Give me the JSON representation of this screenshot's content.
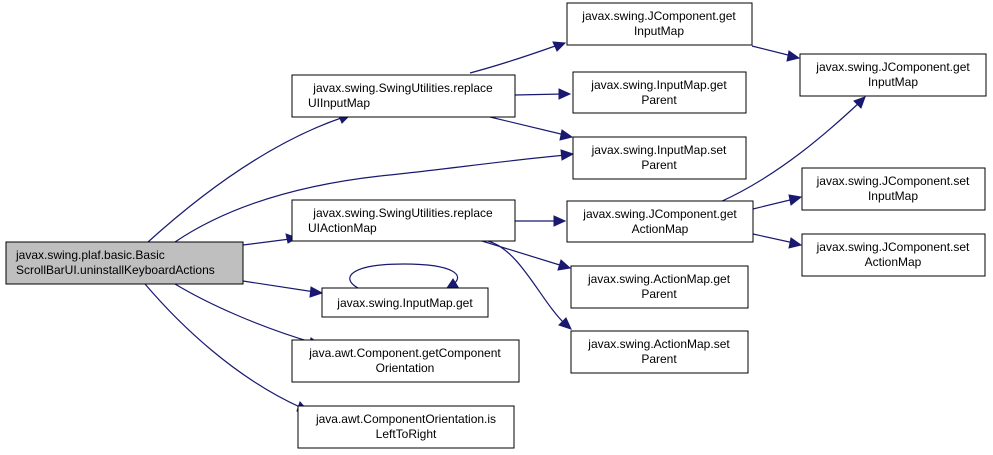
{
  "colors": {
    "edge": "#191970",
    "root_fill": "#bfbfbf",
    "node_fill": "#ffffff",
    "border": "#000000"
  },
  "nodes": {
    "root": [
      "javax.swing.plaf.basic.Basic",
      "ScrollBarUI.uninstallKeyboardActions"
    ],
    "replace_ui_input_map": [
      "javax.swing.SwingUtilities.replace",
      "UIInputMap"
    ],
    "replace_ui_action_map": [
      "javax.swing.SwingUtilities.replace",
      "UIActionMap"
    ],
    "input_map_get": [
      "javax.swing.InputMap.get"
    ],
    "get_component_orientation": [
      "java.awt.Component.getComponent",
      "Orientation"
    ],
    "is_left_to_right": [
      "java.awt.ComponentOrientation.is",
      "LeftToRight"
    ],
    "jcomponent_get_input_map_a": [
      "javax.swing.JComponent.get",
      "InputMap"
    ],
    "input_map_get_parent": [
      "javax.swing.InputMap.get",
      "Parent"
    ],
    "input_map_set_parent": [
      "javax.swing.InputMap.set",
      "Parent"
    ],
    "jcomponent_get_action_map": [
      "javax.swing.JComponent.get",
      "ActionMap"
    ],
    "action_map_get_parent": [
      "javax.swing.ActionMap.get",
      "Parent"
    ],
    "action_map_set_parent": [
      "javax.swing.ActionMap.set",
      "Parent"
    ],
    "jcomponent_get_input_map_b": [
      "javax.swing.JComponent.get",
      "InputMap"
    ],
    "jcomponent_set_input_map": [
      "javax.swing.JComponent.set",
      "InputMap"
    ],
    "jcomponent_set_action_map": [
      "javax.swing.JComponent.set",
      "ActionMap"
    ]
  }
}
